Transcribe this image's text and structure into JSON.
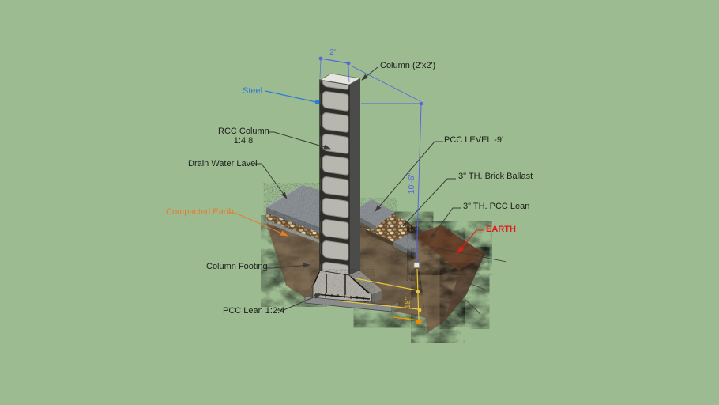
{
  "viewport": {
    "type": "3d-model-view",
    "background_color": "#9cbb90",
    "subject": "RCC column and footing construction detail"
  },
  "annotations": {
    "column": "Column (2'x2')",
    "steel": "Steel",
    "rcc_column_line1": "RCC Column",
    "rcc_column_line2": "1:4:8",
    "drain_water": "Drain Water Lavel",
    "compacted_earth": "Compacted Earth",
    "pcc_level": "PCC LEVEL -9'",
    "brick_ballast": "3\" TH. Brick Ballast",
    "pcc_lean_3": "3\" TH. PCC Lean",
    "earth": "EARTH",
    "column_footing": "Column Footing",
    "pcc_lean_124": "PCC Lean 1:2:4"
  },
  "dimensions": {
    "column_width": "2'",
    "column_height": "10'-6\"",
    "footing_depth": "2'",
    "footing_thickness": "18\"",
    "lean_thickness": "3\""
  },
  "colors": {
    "background": "#9cbb90",
    "dimension_blue": "#5566e0",
    "steel_blue": "#2e7cd6",
    "annotation_orange": "#e87c2e",
    "earth_red": "#e01b1b",
    "dimension_yellow": "#e8c73c",
    "anchor_orange": "#f28a00",
    "leader_gray": "#3b3b38"
  }
}
